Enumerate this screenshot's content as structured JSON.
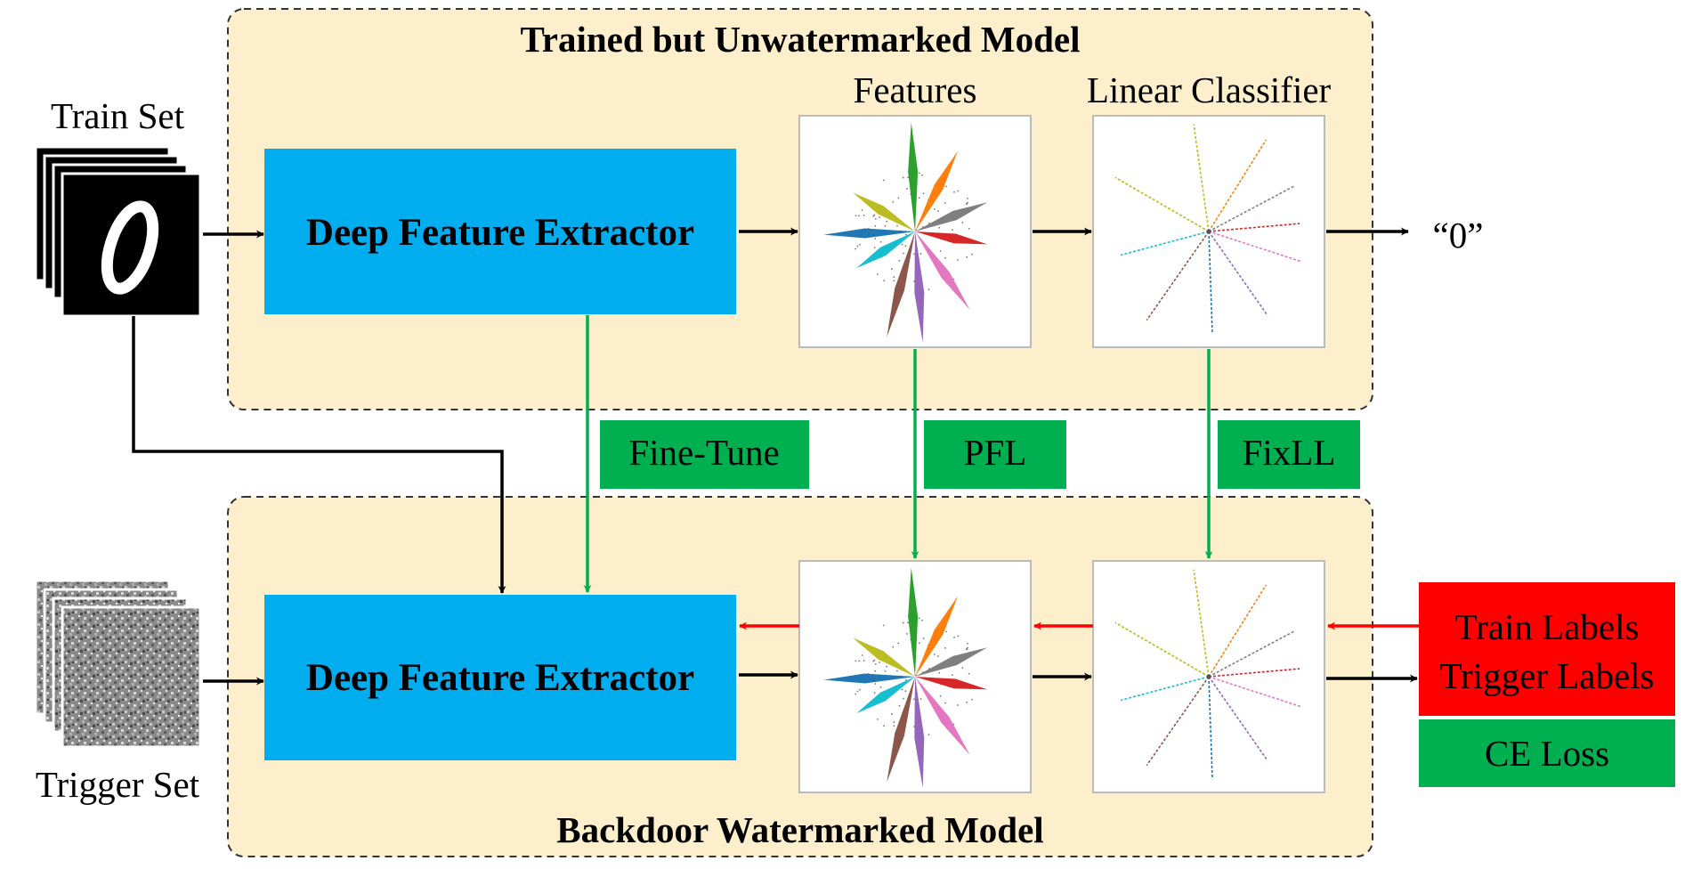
{
  "top_panel": {
    "title": "Trained but Unwatermarked Model"
  },
  "bottom_panel": {
    "title": "Backdoor Watermarked Model"
  },
  "train_set": {
    "label": "Train Set"
  },
  "trigger_set": {
    "label": "Trigger Set"
  },
  "extractor_top": {
    "label": "Deep Feature Extractor"
  },
  "extractor_bottom": {
    "label": "Deep Feature Extractor"
  },
  "features": {
    "label": "Features"
  },
  "classifier": {
    "label": "Linear Classifier"
  },
  "output": {
    "label": "“0”"
  },
  "methods": {
    "fine_tune": "Fine-Tune",
    "pfl": "PFL",
    "fixll": "FixLL"
  },
  "labels_box": {
    "line1": "Train Labels",
    "line2": "Trigger Labels",
    "loss": "CE Loss"
  },
  "colors": {
    "panel_bg": "#FDEFCB",
    "extractor_blue": "#00AEEF",
    "method_green": "#00B050",
    "labels_red": "#FF0000",
    "arrow_black": "#000000",
    "arrow_green": "#00B050",
    "arrow_red": "#FF0000",
    "class_colors": [
      "#1f77b4",
      "#ff7f0e",
      "#2ca02c",
      "#d62728",
      "#9467bd",
      "#8c564b",
      "#e377c2",
      "#7f7f7f",
      "#bcbd22",
      "#17becf"
    ]
  }
}
